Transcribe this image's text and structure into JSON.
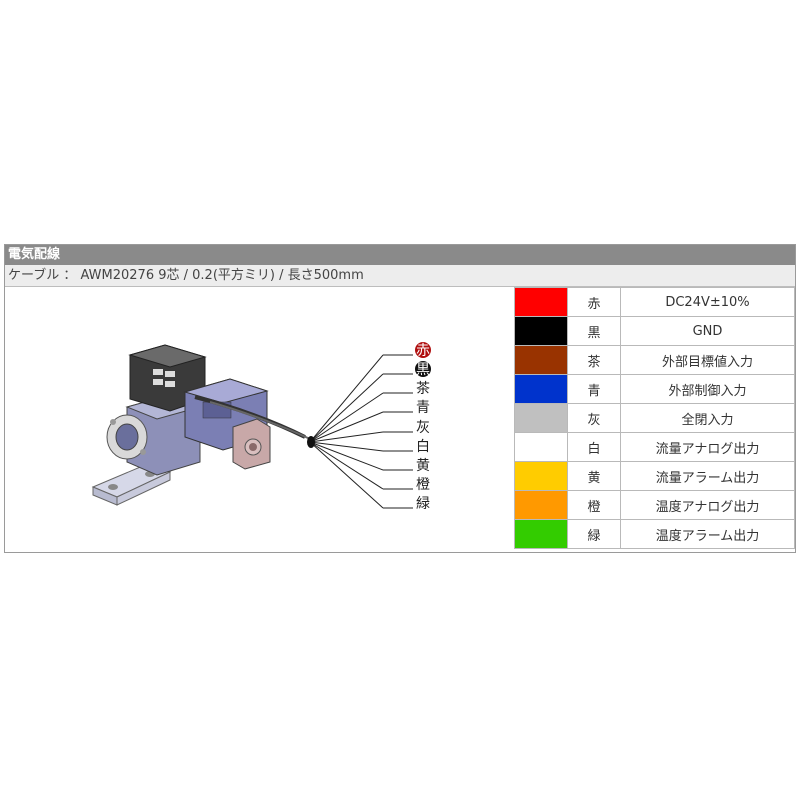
{
  "section_title": "電気配線",
  "cable_spec": "ケーブル ： AWM20276 9芯 / 0.2(平方ミリ) / 長さ500mm",
  "wires": [
    {
      "color_name": "赤",
      "hex": "#ff0000",
      "function": "DC24V±10%"
    },
    {
      "color_name": "黒",
      "hex": "#000000",
      "function": "GND"
    },
    {
      "color_name": "茶",
      "hex": "#993300",
      "function": "外部目標値入力"
    },
    {
      "color_name": "青",
      "hex": "#0033cc",
      "function": "外部制御入力"
    },
    {
      "color_name": "灰",
      "hex": "#c0c0c0",
      "function": "全閉入力"
    },
    {
      "color_name": "白",
      "hex": "#ffffff",
      "function": "流量アナログ出力"
    },
    {
      "color_name": "黄",
      "hex": "#ffcc00",
      "function": "流量アラーム出力"
    },
    {
      "color_name": "橙",
      "hex": "#ff9900",
      "function": "温度アナログ出力"
    },
    {
      "color_name": "緑",
      "hex": "#33cc00",
      "function": "温度アラーム出力"
    }
  ]
}
